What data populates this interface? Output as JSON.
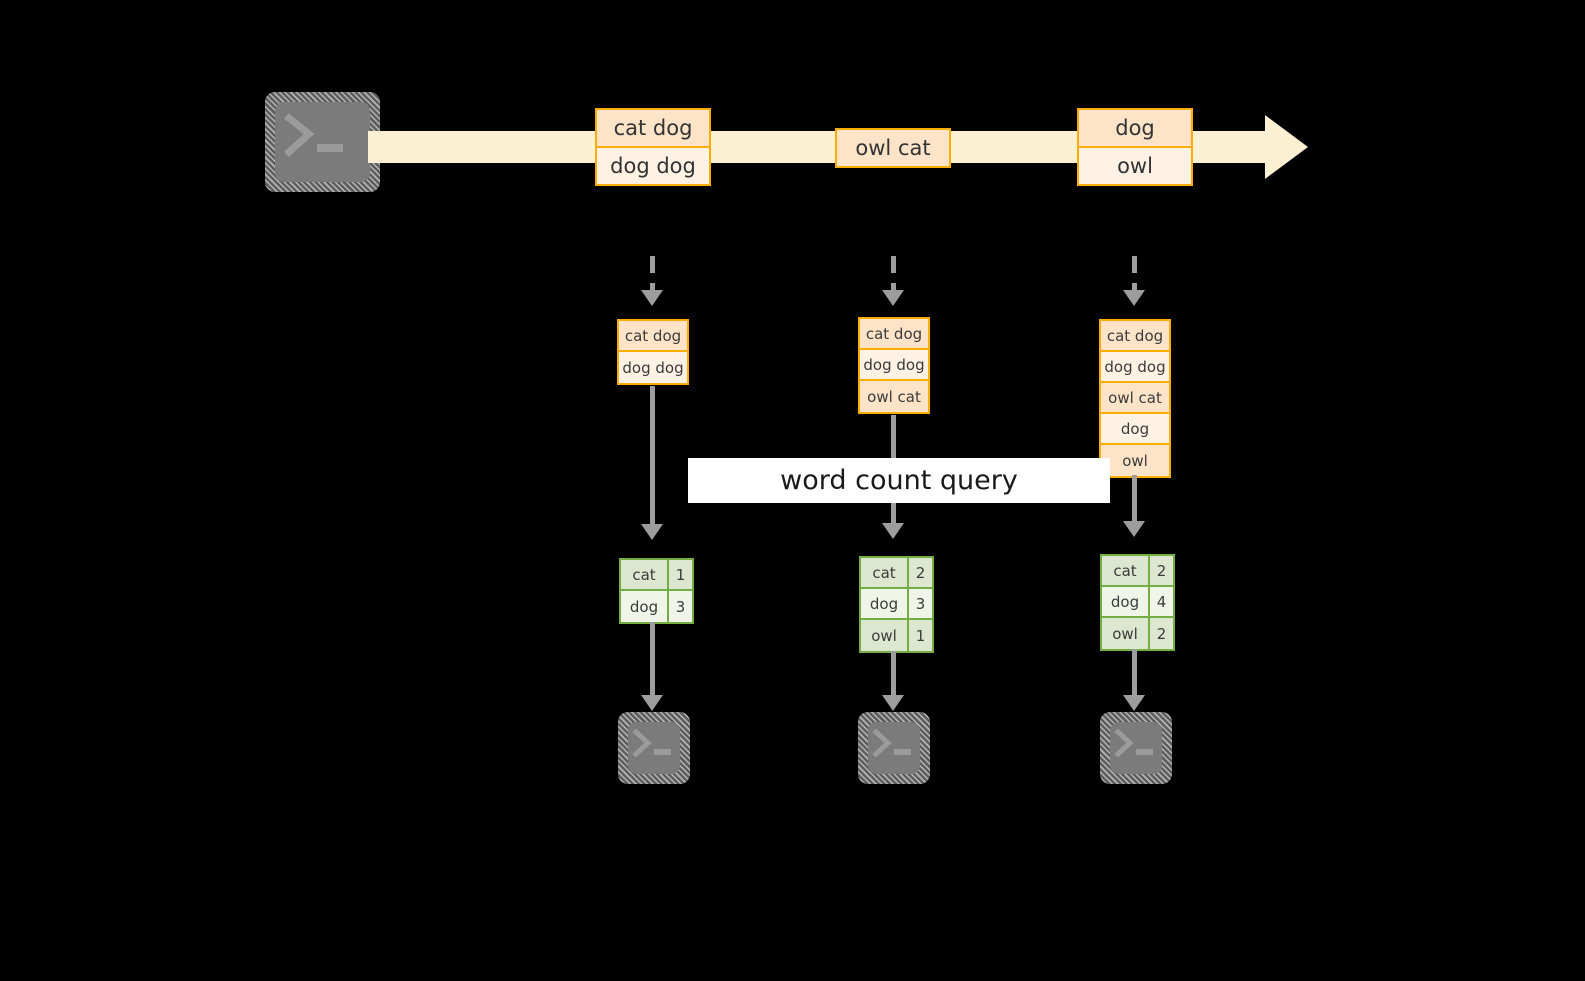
{
  "diagram": {
    "title_label": "word count query",
    "colors": {
      "stream_fill": "#fcf0d3",
      "event_border": "#fdad00",
      "event_fill_dark": "#fde3c8",
      "event_fill_light": "#fdf2e4",
      "table_border": "#74ad44",
      "table_fill_dark": "#dde7d0",
      "table_fill_light": "#f0f5ea",
      "connector": "#9d9d9d",
      "terminal_body": "#7b7b7b",
      "background": "#000000",
      "band_fill": "#ffffff"
    },
    "source": {
      "icon": "terminal-prompt-icon",
      "prompt": ">_"
    },
    "stream": {
      "events": [
        {
          "lines": [
            "cat dog",
            "dog dog"
          ]
        },
        {
          "lines": [
            "owl cat"
          ]
        },
        {
          "lines": [
            "dog",
            "owl"
          ]
        }
      ]
    },
    "snapshots": [
      {
        "state": [
          "cat dog",
          "dog dog"
        ],
        "result": {
          "rows": [
            {
              "word": "cat",
              "count": "1"
            },
            {
              "word": "dog",
              "count": "3"
            }
          ]
        },
        "sink_icon": "terminal-prompt-icon",
        "sink_prompt": ">_"
      },
      {
        "state": [
          "cat dog",
          "dog dog",
          "owl cat"
        ],
        "result": {
          "rows": [
            {
              "word": "cat",
              "count": "2"
            },
            {
              "word": "dog",
              "count": "3"
            },
            {
              "word": "owl",
              "count": "1"
            }
          ]
        },
        "sink_icon": "terminal-prompt-icon",
        "sink_prompt": ">_"
      },
      {
        "state": [
          "cat dog",
          "dog dog",
          "owl cat",
          "dog",
          "owl"
        ],
        "result": {
          "rows": [
            {
              "word": "cat",
              "count": "2"
            },
            {
              "word": "dog",
              "count": "4"
            },
            {
              "word": "owl",
              "count": "2"
            }
          ]
        },
        "sink_icon": "terminal-prompt-icon",
        "sink_prompt": ">_"
      }
    ]
  }
}
